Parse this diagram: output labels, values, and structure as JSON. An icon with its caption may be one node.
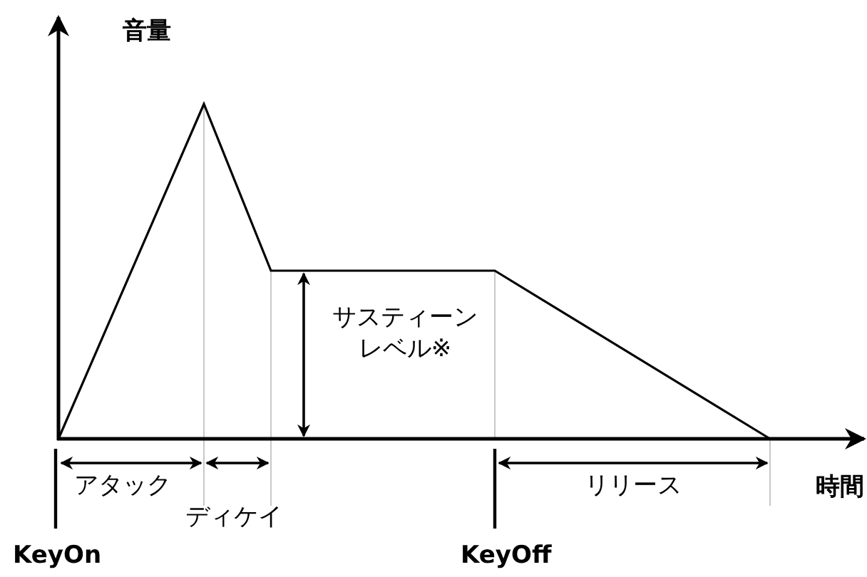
{
  "diagram": {
    "labels": [
      "音量",
      "サスティーンレベル※",
      "時間",
      "アタック",
      "リリース",
      "ディケイ",
      "KeyOn",
      "KeyOff"
    ]
  }
}
